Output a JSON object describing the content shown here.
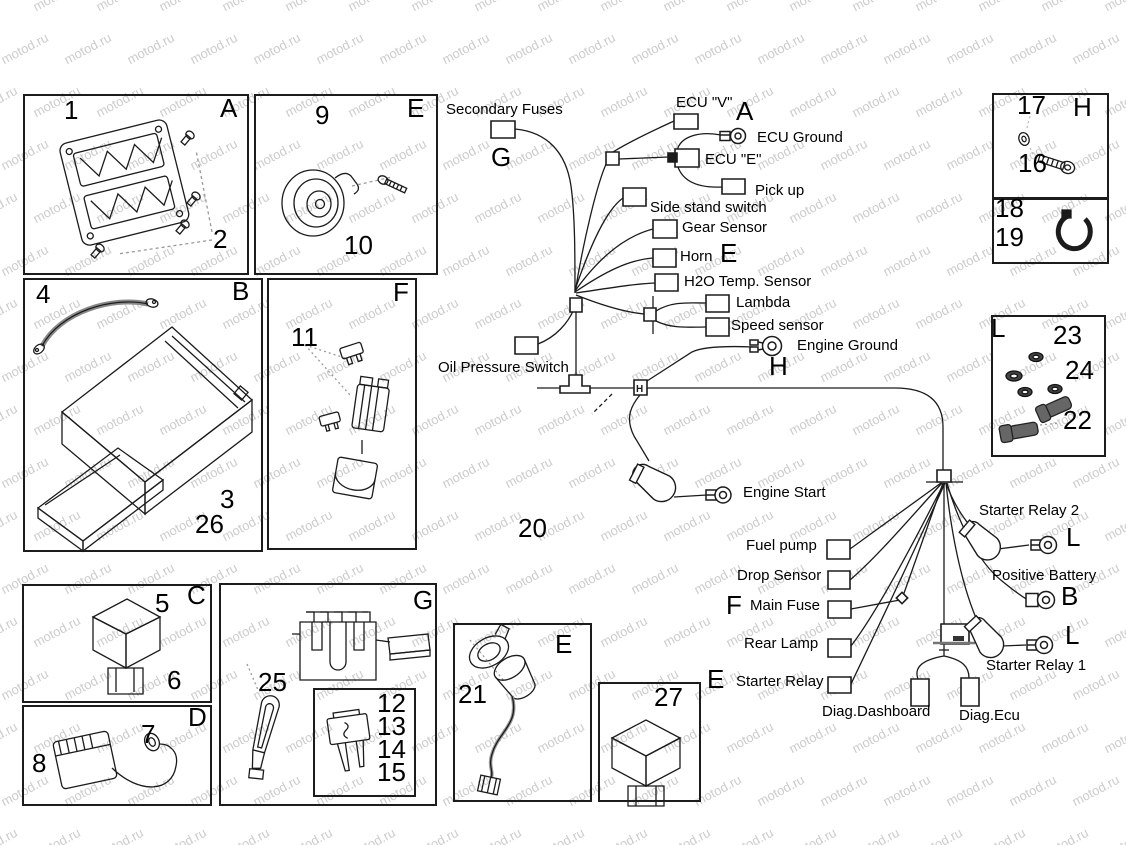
{
  "watermark": {
    "text": "motod.ru",
    "color": "#cccccc"
  },
  "colors": {
    "line": "#1b1b1b",
    "watermark": "#cccccc",
    "background": "#ffffff"
  },
  "panels": {
    "a": {
      "letter": "A",
      "num1": "1",
      "num2": "2"
    },
    "e_horn": {
      "letter": "E",
      "num1": "9",
      "num2": "10"
    },
    "b": {
      "letter": "B",
      "num1": "4",
      "num2": "3",
      "num3": "26"
    },
    "f": {
      "letter": "F",
      "num1": "11"
    },
    "c": {
      "letter": "C",
      "num1": "5",
      "num2": "6"
    },
    "d": {
      "letter": "D",
      "num1": "7",
      "num2": "8"
    },
    "g": {
      "letter": "G",
      "num1": "25",
      "fuses": [
        "12",
        "13",
        "14",
        "15"
      ]
    },
    "e_oil": {
      "letter": "E",
      "num1": "21"
    },
    "r27": {
      "num1": "27"
    },
    "h": {
      "letter": "H",
      "num1": "17",
      "num2": "16"
    },
    "clamp": {
      "num1": "18",
      "num2": "19"
    },
    "l": {
      "letter": "L",
      "num1": "23",
      "num2": "24",
      "num3": "22"
    }
  },
  "harness": {
    "secondary_fuses": "Secondary Fuses",
    "g_big": "G",
    "ecu_v": "ECU \"V\"",
    "a_big": "A",
    "ecu_ground": "ECU Ground",
    "ecu_e": "ECU \"E\"",
    "pick_up": "Pick up",
    "side_stand": "Side stand switch",
    "gear_sensor": "Gear Sensor",
    "horn": "Horn",
    "e_big1": "E",
    "h2o": "H2O Temp. Sensor",
    "lambda": "Lambda",
    "speed_sensor": "Speed sensor",
    "engine_ground": "Engine Ground",
    "h_big": "H",
    "h_junction": "H",
    "oil_pressure": "Oil Pressure Switch",
    "num20": "20",
    "engine_start": "Engine Start",
    "fuel_pump": "Fuel pump",
    "drop_sensor": "Drop Sensor",
    "f_big": "F",
    "main_fuse": "Main Fuse",
    "rear_lamp": "Rear Lamp",
    "e_big2": "E",
    "starter_relay": "Starter Relay",
    "diag_dashboard": "Diag.Dashboard",
    "diag_ecu": "Diag.Ecu",
    "starter_relay_2": "Starter Relay 2",
    "l_big1": "L",
    "positive_battery": "Positive Battery",
    "b_big": "B",
    "starter_relay_1": "Starter Relay 1",
    "l_big2": "L"
  }
}
